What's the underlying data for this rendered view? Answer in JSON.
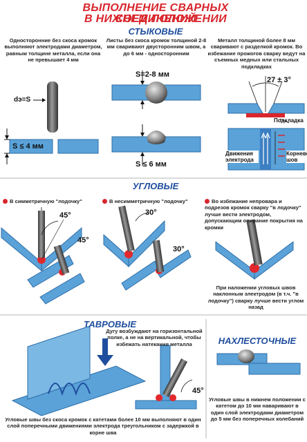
{
  "title": {
    "line1": "ВЫПОЛНЕНИЕ СВАРНЫХ СОЕДИНЕНИЙ",
    "line2": "В НИЖНЕМ ПОЛОЖЕНИИ"
  },
  "colors": {
    "title_red": "#d8262c",
    "section_blue": "#1f4e9e",
    "plate_blue": "#5aa2d8",
    "plate_dark": "#2f6ea8",
    "weld_red": "#e2282c",
    "electrode_gray": "#6b6b6b"
  },
  "butt": {
    "heading": "СТЫКОВЫЕ",
    "col1": {
      "text": "Односторонние без скоса кромок выполняют электродами диаметром, равным толщине металла, если она не превышает 4 мм",
      "electrode_label": "dэ=S",
      "thickness_label": "S ≤ 4 мм"
    },
    "col2": {
      "text": "Листы без скоса кромок толщиной 2-8 мм сваривают двусторонним швом, а до 6 мм - односторонним",
      "top_label": "S=2-8 мм",
      "bottom_label": "S ≤ 6 мм"
    },
    "col3": {
      "text": "Металл толщиной более 8 мм сваривают с разделкой кромок. Во избежание прожогов сварку ведут на съемных медных или стальных подкладках",
      "angle_label": "27 ± 3°",
      "backing_label": "Подкладка",
      "motion_label": "Движения электрода",
      "root_label": "Корневой шов"
    }
  },
  "fillet": {
    "heading": "УГЛОВЫЕ",
    "col1": {
      "text": "В симметричную \"лодочку\"",
      "angle_label": "45°",
      "angle_label2": "45°"
    },
    "col2": {
      "text": "В несимметричную \"лодочку\"",
      "angle_label": "30°",
      "angle_label2": "30°"
    },
    "col3": {
      "text": "Во избежание непровара и подрезов кромок сварку \"в лодочку\" лучше вести электродом, допускающим опирание покрытия на кромки",
      "note": "При наложении угловых швов наклонным электродом (в т.ч. \"в лодочку\") сварку лучше вести углом назад"
    }
  },
  "tee": {
    "heading": "ТАВРОВЫЕ",
    "note": "Дугу возбуждают на горизонтальной полке, а не на вертикальной, чтобы избежать натекания металла",
    "angle_label": "45°",
    "footer": "Угловые швы без скоса кромок с катетами более 10 мм выполняют в один слой поперечными движениями электрода треугольником с задержкой в корне шва"
  },
  "lap": {
    "heading": "НАХЛЕСТОЧНЫЕ",
    "footer": "Угловые швы в нижнем положении с катетом до 10 мм наваривают в один слой электродами диаметром до 5 мм без поперечных колебаний"
  }
}
